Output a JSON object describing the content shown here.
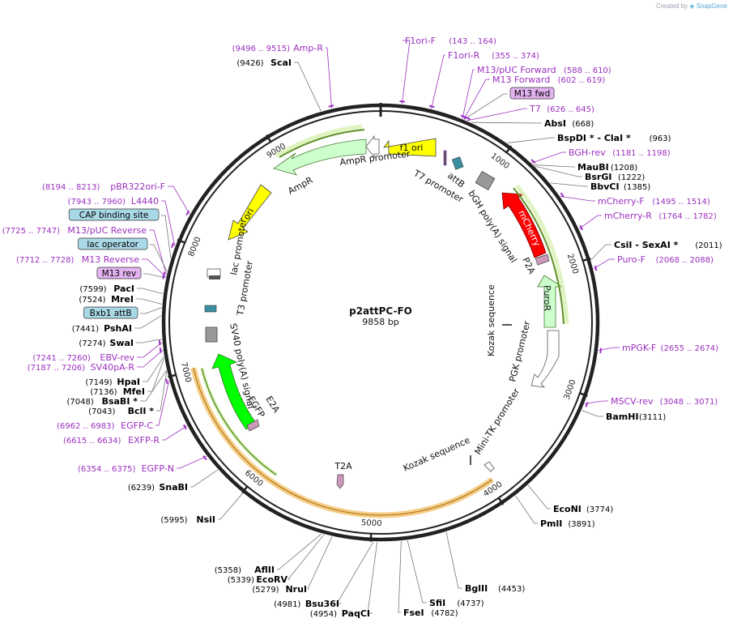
{
  "credit": {
    "prefix": "Created by",
    "brand": "SnapGene"
  },
  "plasmid": {
    "name": "p2attPC-FO",
    "size": "9858 bp",
    "length": 9858
  },
  "ticks": [
    "1000",
    "2000",
    "3000",
    "4000",
    "5000",
    "6000",
    "7000",
    "8000",
    "9000"
  ],
  "tick_values": [
    1000,
    2000,
    3000,
    4000,
    5000,
    6000,
    7000,
    8000,
    9000
  ],
  "right_labels": [
    {
      "kind": "primer",
      "name": "F1ori-F",
      "pos": "(143 .. 164)",
      "bp": 153
    },
    {
      "kind": "primer",
      "name": "F1ori-R",
      "pos": "(355 .. 374)",
      "bp": 365
    },
    {
      "kind": "primer",
      "name": "M13/pUC Forward",
      "pos": "(588 .. 610)",
      "bp": 599
    },
    {
      "kind": "primer",
      "name": "M13 Forward",
      "pos": "(602 .. 619)",
      "bp": 610
    },
    {
      "kind": "tag",
      "name": "M13 fwd",
      "pos": "",
      "bp": 612
    },
    {
      "kind": "primer",
      "name": "T7",
      "pos": "(626 .. 645)",
      "bp": 635
    },
    {
      "kind": "enzyme",
      "name": "AbsI",
      "pos": "(668)",
      "bp": 668
    },
    {
      "kind": "enzyme",
      "name": "BspDI * - ClaI *",
      "pos": "(963)",
      "bp": 963
    },
    {
      "kind": "primer",
      "name": "BGH-rev",
      "pos": "(1181 .. 1198)",
      "bp": 1190
    },
    {
      "kind": "enzyme",
      "name": "MauBI",
      "pos": "(1208)",
      "bp": 1208
    },
    {
      "kind": "enzyme",
      "name": "BsrGI",
      "pos": "(1222)",
      "bp": 1222
    },
    {
      "kind": "enzyme",
      "name": "BbvCI",
      "pos": "(1385)",
      "bp": 1385
    },
    {
      "kind": "primer",
      "name": "mCherry-F",
      "pos": "(1495 .. 1514)",
      "bp": 1505
    },
    {
      "kind": "primer",
      "name": "mCherry-R",
      "pos": "(1764 .. 1782)",
      "bp": 1773
    },
    {
      "kind": "enzyme",
      "name": "CsiI - SexAI *",
      "pos": "(2011)",
      "bp": 2011
    },
    {
      "kind": "primer",
      "name": "Puro-F",
      "pos": "(2068 .. 2088)",
      "bp": 2078
    },
    {
      "kind": "primer",
      "name": "mPGK-F",
      "pos": "(2655 .. 2674)",
      "bp": 2665
    },
    {
      "kind": "primer",
      "name": "MSCV-rev",
      "pos": "(3048 .. 3071)",
      "bp": 3060
    },
    {
      "kind": "enzyme",
      "name": "BamHI",
      "pos": "(3111)",
      "bp": 3111
    },
    {
      "kind": "enzyme",
      "name": "EcoNI",
      "pos": "(3774)",
      "bp": 3774
    },
    {
      "kind": "enzyme",
      "name": "PmlI",
      "pos": "(3891)",
      "bp": 3891
    },
    {
      "kind": "enzyme",
      "name": "BglII",
      "pos": "(4453)",
      "bp": 4453
    },
    {
      "kind": "enzyme",
      "name": "SfiI",
      "pos": "(4737)",
      "bp": 4737
    },
    {
      "kind": "enzyme",
      "name": "FseI",
      "pos": "(4782)",
      "bp": 4782
    }
  ],
  "left_labels": [
    {
      "kind": "primer",
      "name": "Amp-R",
      "pos": "(9496 .. 9515)",
      "bp": 9505
    },
    {
      "kind": "enzyme",
      "name": "ScaI",
      "pos": "(9426)",
      "bp": 9426
    },
    {
      "kind": "primer",
      "name": "pBR322ori-F",
      "pos": "(8194 .. 8213)",
      "bp": 8203
    },
    {
      "kind": "primer",
      "name": "L4440",
      "pos": "(7943 .. 7960)",
      "bp": 7951
    },
    {
      "kind": "tag",
      "name": "CAP binding site",
      "pos": "",
      "bp": 7860
    },
    {
      "kind": "primer",
      "name": "M13/pUC Reverse",
      "pos": "(7725 .. 7747)",
      "bp": 7736
    },
    {
      "kind": "tag",
      "name": "lac operator",
      "pos": "",
      "bp": 7760
    },
    {
      "kind": "primer",
      "name": "M13 Reverse",
      "pos": "(7712 .. 7728)",
      "bp": 7720
    },
    {
      "kind": "tag",
      "name": "M13 rev",
      "pos": "",
      "bp": 7715
    },
    {
      "kind": "enzyme",
      "name": "PacI",
      "pos": "(7599)",
      "bp": 7599
    },
    {
      "kind": "enzyme",
      "name": "MreI",
      "pos": "(7524)",
      "bp": 7524
    },
    {
      "kind": "tag",
      "name": "Bxb1 attB",
      "pos": "",
      "bp": 7500
    },
    {
      "kind": "enzyme",
      "name": "PshAI",
      "pos": "(7441)",
      "bp": 7441
    },
    {
      "kind": "enzyme",
      "name": "SwaI",
      "pos": "(7274)",
      "bp": 7274
    },
    {
      "kind": "primer",
      "name": "EBV-rev",
      "pos": "(7241 .. 7260)",
      "bp": 7250
    },
    {
      "kind": "primer",
      "name": "SV40pA-R",
      "pos": "(7187 .. 7206)",
      "bp": 7196
    },
    {
      "kind": "enzyme",
      "name": "HpaI",
      "pos": "(7149)",
      "bp": 7149
    },
    {
      "kind": "enzyme",
      "name": "MfeI",
      "pos": "(7136)",
      "bp": 7136
    },
    {
      "kind": "enzyme",
      "name": "BsaBI *",
      "pos": "(7048)",
      "bp": 7048
    },
    {
      "kind": "enzyme",
      "name": "BclI *",
      "pos": "(7043)",
      "bp": 7043
    },
    {
      "kind": "primer",
      "name": "EGFP-C",
      "pos": "(6962 .. 6983)",
      "bp": 6972
    },
    {
      "kind": "primer",
      "name": "EXFP-R",
      "pos": "(6615 .. 6634)",
      "bp": 6624
    },
    {
      "kind": "primer",
      "name": "EGFP-N",
      "pos": "(6354 .. 6375)",
      "bp": 6364
    },
    {
      "kind": "enzyme",
      "name": "SnaBI",
      "pos": "(6239)",
      "bp": 6239
    },
    {
      "kind": "enzyme",
      "name": "NsiI",
      "pos": "(5995)",
      "bp": 5995
    },
    {
      "kind": "enzyme",
      "name": "AflII",
      "pos": "(5358)",
      "bp": 5358
    },
    {
      "kind": "enzyme",
      "name": "EcoRV",
      "pos": "(5339)",
      "bp": 5339
    },
    {
      "kind": "enzyme",
      "name": "NruI",
      "pos": "(5279)",
      "bp": 5279
    },
    {
      "kind": "enzyme",
      "name": "Bsu36I",
      "pos": "(4981)",
      "bp": 4981
    },
    {
      "kind": "enzyme",
      "name": "PaqCI",
      "pos": "(4954)",
      "bp": 4954
    }
  ],
  "features": [
    {
      "name": "f1 ori",
      "color": "#ffff00",
      "label_on_feature": true
    },
    {
      "name": "AmpR promoter",
      "color": "#ffffff"
    },
    {
      "name": "AmpR",
      "color": "#ccffcc"
    },
    {
      "name": "ori",
      "color": "#ffff00",
      "label_on_feature": true
    },
    {
      "name": "lac promoter",
      "color": "#ffffff"
    },
    {
      "name": "T3 promoter",
      "color": "#ffffff"
    },
    {
      "name": "SV40 poly(A) signal",
      "color": "#999999"
    },
    {
      "name": "EGFP",
      "color": "#00ff00"
    },
    {
      "name": "E2A",
      "color": "#cc99bb"
    },
    {
      "name": "T2A",
      "color": "#cc99bb"
    },
    {
      "name": "attB",
      "color": "#3a8fa0"
    },
    {
      "name": "T7 promoter",
      "color": "#ffffff"
    },
    {
      "name": "bGH poly(A) signal",
      "color": "#999999"
    },
    {
      "name": "mCherry",
      "color": "#ff0000",
      "label_on_feature": true
    },
    {
      "name": "P2A",
      "color": "#cc99bb"
    },
    {
      "name": "PuroR",
      "color": "#ccffcc"
    },
    {
      "name": "Kozak sequence",
      "color": "#555555"
    },
    {
      "name": "PGK promoter",
      "color": "#ffffff"
    },
    {
      "name": "Mini-TK promoter",
      "color": "#ffffff"
    },
    {
      "name": "Kozak sequence",
      "color": "#555555"
    }
  ],
  "colors": {
    "backbone": "#222222",
    "primer": "#9b2fbf",
    "primer_tag_fill": "#e3b3f0",
    "site_tag_fill": "#a9d8e6",
    "orf_outline": "#5f8f25",
    "cds_band": "#f0b85a"
  }
}
